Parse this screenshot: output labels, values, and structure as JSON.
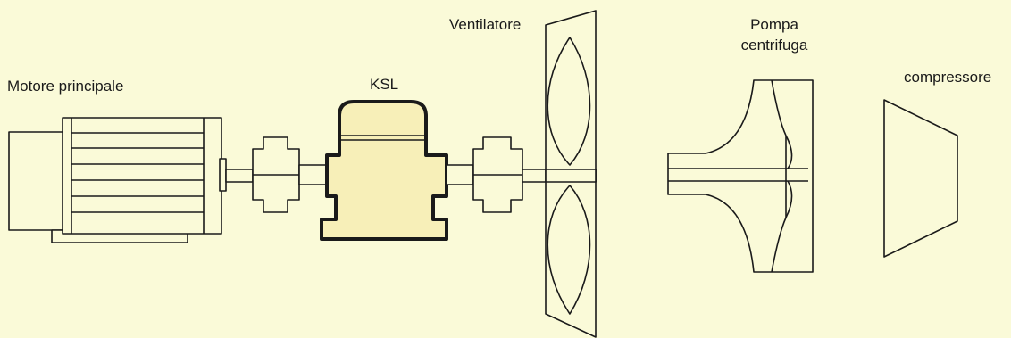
{
  "labels": {
    "motor": "Motore principale",
    "ksl": "KSL",
    "fan": "Ventilatore",
    "pump_line1": "Pompa",
    "pump_line2": "centrifuga",
    "compressor": "compressore"
  },
  "colors": {
    "background": "#fafad8",
    "ksl_fill": "#f7efb8",
    "line": "#1a1a1a"
  }
}
